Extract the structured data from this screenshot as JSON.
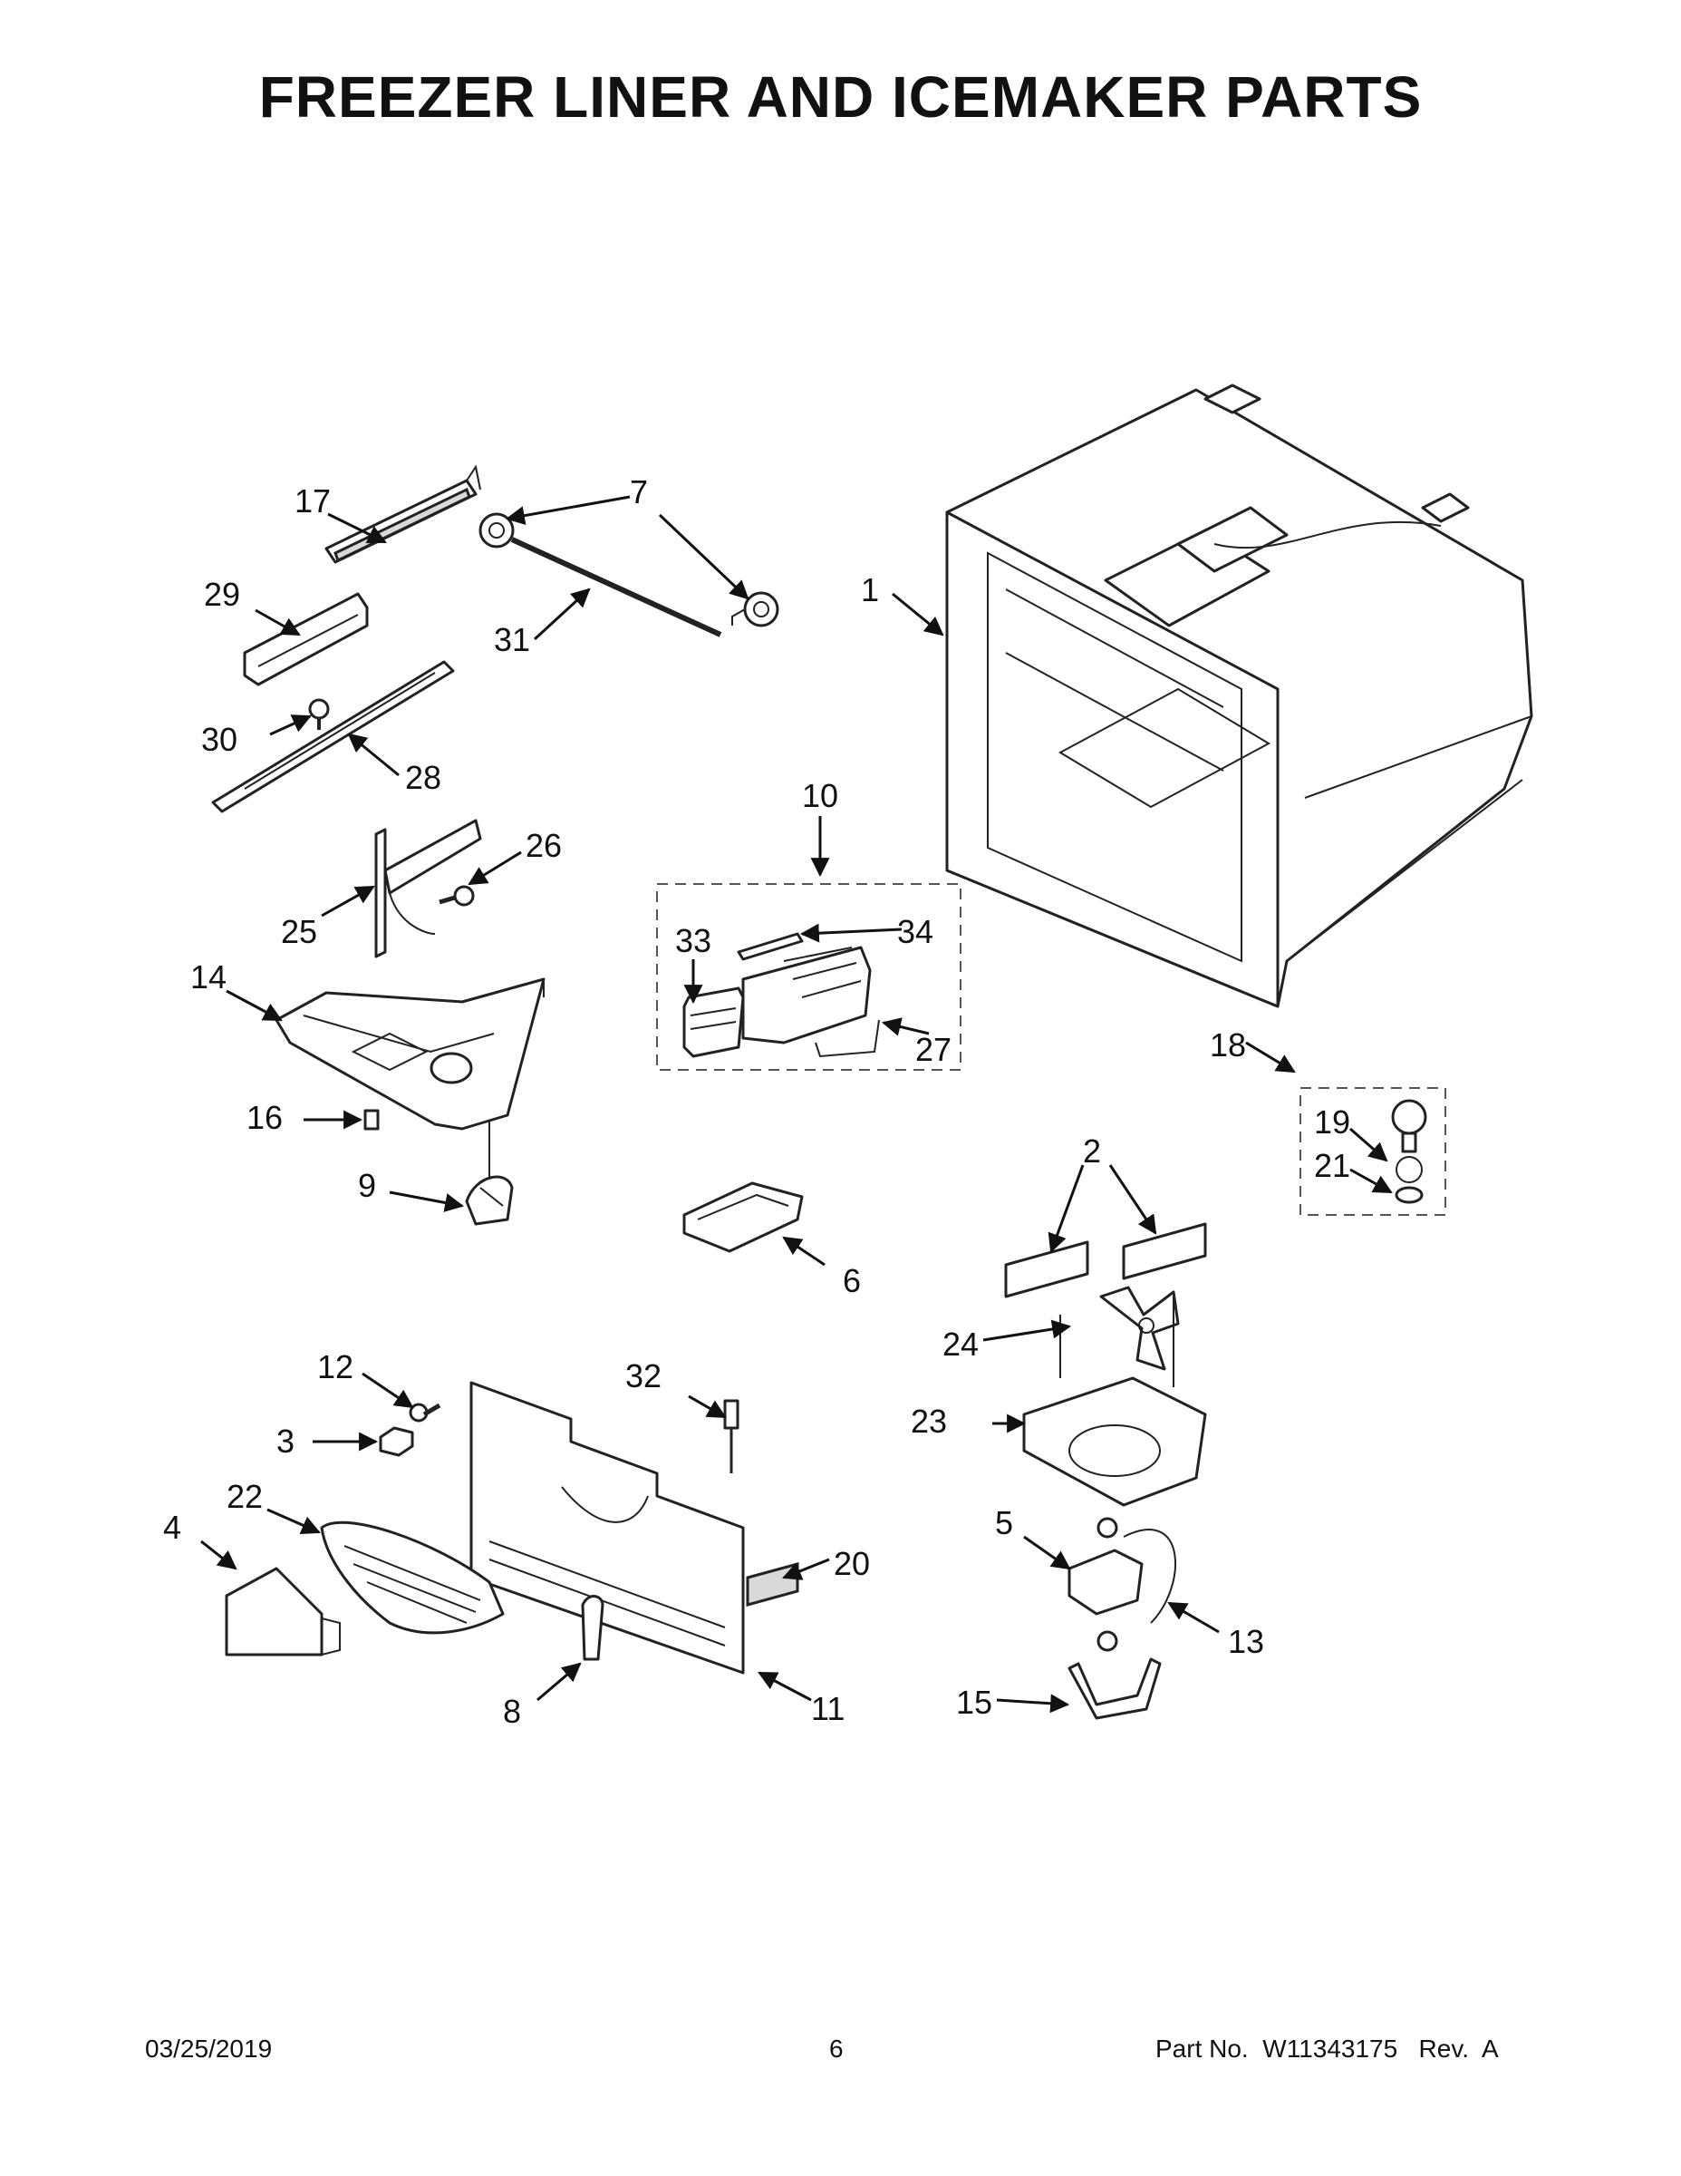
{
  "page": {
    "title": "FREEZER LINER AND ICEMAKER PARTS"
  },
  "callouts": [
    "1",
    "2",
    "3",
    "4",
    "5",
    "6",
    "7",
    "8",
    "9",
    "10",
    "11",
    "12",
    "13",
    "14",
    "15",
    "16",
    "17",
    "18",
    "19",
    "20",
    "21",
    "22",
    "23",
    "24",
    "25",
    "26",
    "27",
    "28",
    "29",
    "30",
    "31",
    "32",
    "33",
    "34"
  ],
  "footer": {
    "date": "03/25/2019",
    "page_number": "6",
    "part_label": "Part No.",
    "part_number": "W11343175",
    "revision": "Rev.  A"
  }
}
